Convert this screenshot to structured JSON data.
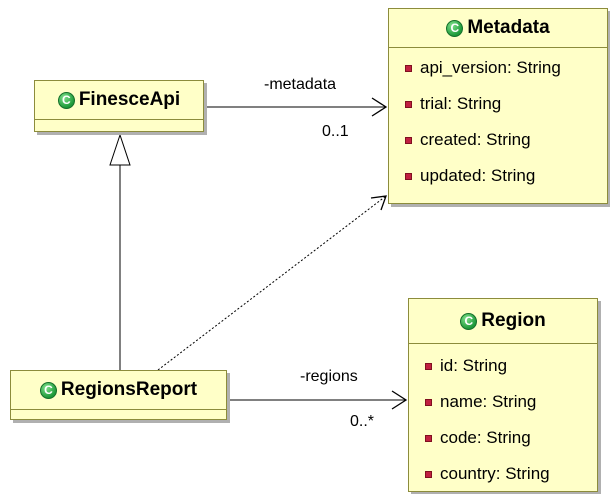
{
  "classes": {
    "metadata": {
      "name": "Metadata",
      "attributes": [
        "api_version: String",
        "trial: String",
        "created: String",
        "updated: String"
      ]
    },
    "finesce_api": {
      "name": "FinesceApi"
    },
    "regions_report": {
      "name": "RegionsReport"
    },
    "region": {
      "name": "Region",
      "attributes": [
        "id: String",
        "name: String",
        "code: String",
        "country: String"
      ]
    }
  },
  "associations": {
    "metadata": {
      "role": "-metadata",
      "multiplicity": "0..1"
    },
    "regions": {
      "role": "-regions",
      "multiplicity": "0..*"
    }
  },
  "class_icon_letter": "C"
}
